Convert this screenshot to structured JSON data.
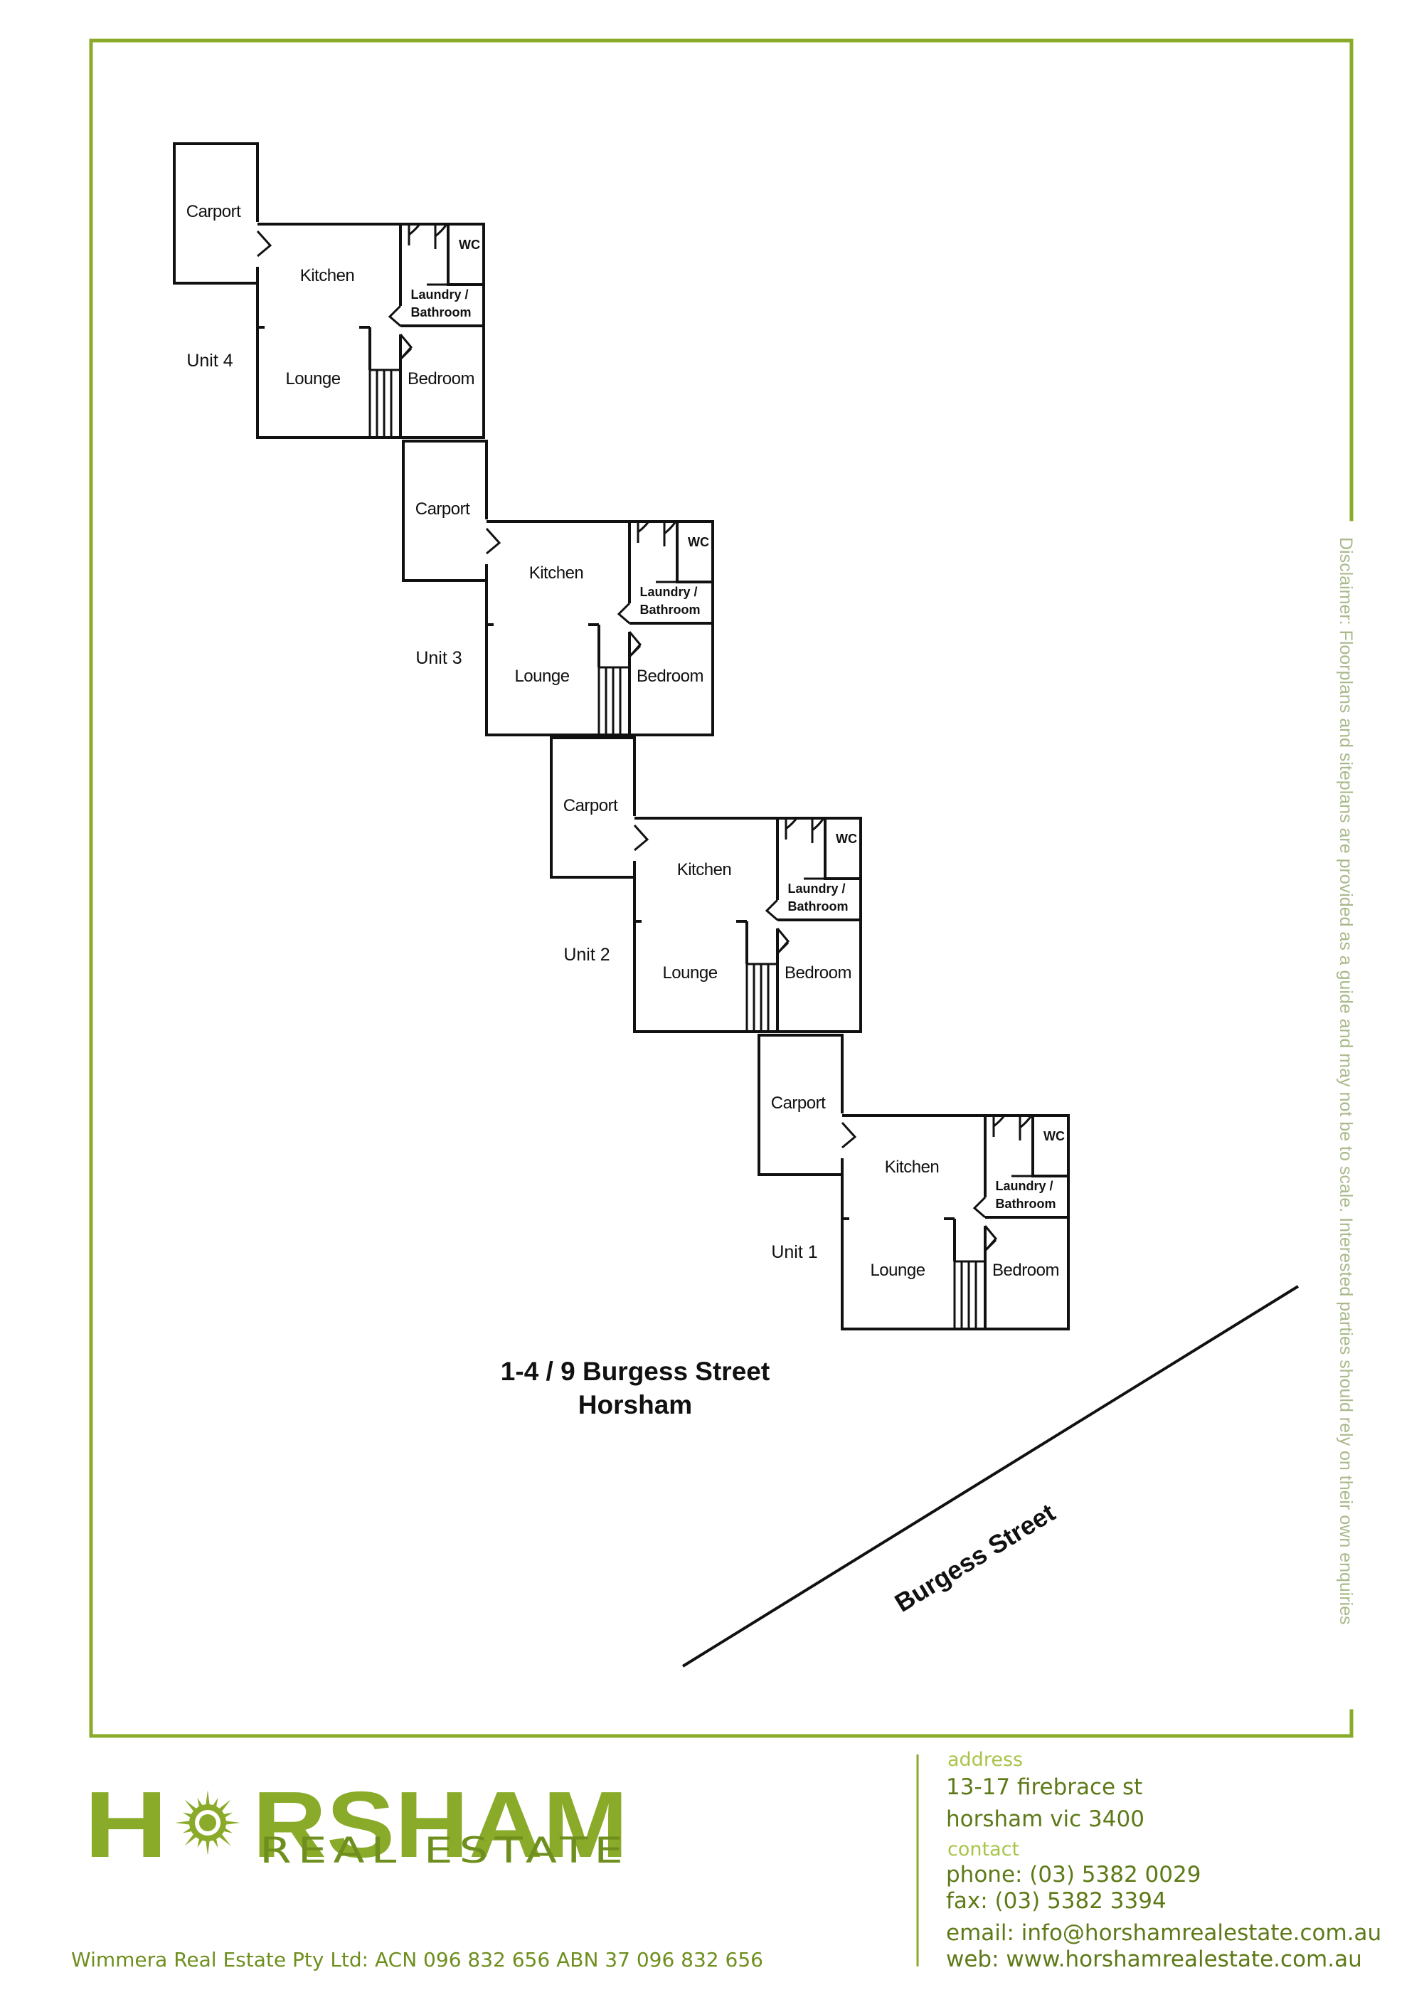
{
  "property": {
    "title_line1": "1-4 / 9 Burgess Street",
    "title_line2": "Horsham",
    "street_name": "Burgess Street"
  },
  "rooms": {
    "carport": "Carport",
    "kitchen": "Kitchen",
    "laundry_line1": "Laundry /",
    "laundry_line2": "Bathroom",
    "wc": "WC",
    "lounge": "Lounge",
    "bedroom": "Bedroom"
  },
  "units": [
    {
      "label": "Unit 4"
    },
    {
      "label": "Unit 3"
    },
    {
      "label": "Unit 2"
    },
    {
      "label": "Unit 1"
    }
  ],
  "disclaimer": "Disclaimer: Floorplans and siteplans are provided as a guide and may not be to scale. Interested parties should rely on their own enquiries",
  "brand": {
    "name": "HORSHAM",
    "name_left": "H",
    "name_right": "RSHAM",
    "subtitle": "REAL ESTATE",
    "colors": {
      "accent": "#8aab2a",
      "dark_accent": "#5e7a18",
      "light_accent": "#a8c54a"
    }
  },
  "contact": {
    "address_heading": "address",
    "address_line1": "13-17 firebrace st",
    "address_line2": "horsham  vic  3400",
    "contact_heading": "contact",
    "phone": "phone: (03) 5382 0029",
    "fax": "fax: (03) 5382 3394",
    "email": "email: info@horshamrealestate.com.au",
    "web": "web: www.horshamrealestate.com.au"
  },
  "company_line": "Wimmera Real Estate Pty Ltd:  ACN 096 832 656    ABN  37 096 832 656"
}
